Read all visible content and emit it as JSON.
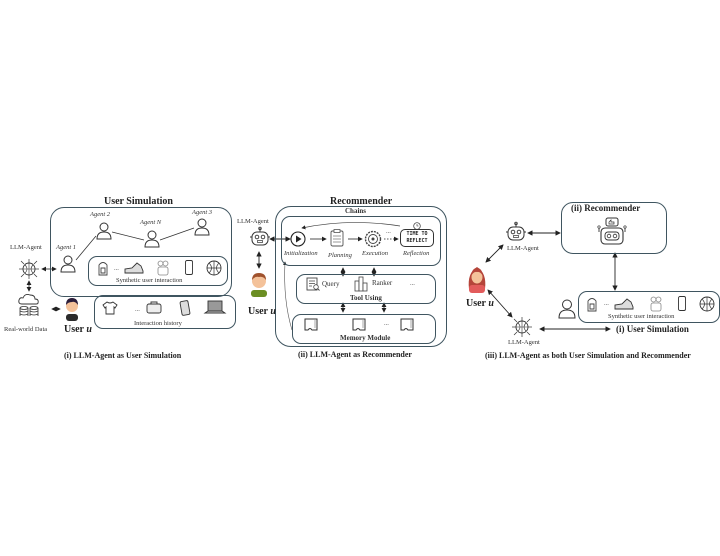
{
  "panel_i": {
    "title": "User Simulation",
    "agents": [
      "Agent 1",
      "Agent 2",
      "Agent N",
      "Agent 3"
    ],
    "llm_agent_label": "LLM-Agent",
    "real_world_label": "Real-world Data",
    "user_label": "User",
    "user_var": "u",
    "synthetic_label": "Synthetic user interaction",
    "history_label": "Interaction history",
    "ellipsis": "...",
    "caption": "(i) LLM-Agent as User Simulation"
  },
  "panel_ii": {
    "title": "Recommender",
    "llm_agent_label": "LLM-Agent",
    "user_label": "User",
    "user_var": "u",
    "chains_label": "Chains",
    "chain_steps": [
      "Initialization",
      "Planning",
      "Execution",
      "Reflection"
    ],
    "reflect_badge": [
      "TIME TO",
      "REFLECT"
    ],
    "tools": [
      "Query",
      "Ranker"
    ],
    "tool_using_label": "Tool Using",
    "memory_label": "Memory Module",
    "ellipsis": "...",
    "caption": "(ii) LLM-Agent as Recommender"
  },
  "panel_iii": {
    "recommender_title": "(ii) Recommender",
    "llm_agent_top_label": "LLM-Agent",
    "llm_agent_bottom_label": "LLM-Agent",
    "user_label": "User",
    "user_var": "u",
    "synthetic_label": "Synthetic user interaction",
    "user_sim_label": "(i) User Simulation",
    "ellipsis": "...",
    "caption": "(iii) LLM-Agent as both User Simulation and Recommender"
  },
  "colors": {
    "box_stroke": "#3f5560",
    "user_male_hair": "#2b1d3a",
    "user_male_shirt": "#2b2b2b",
    "user_child_hair": "#a0522d",
    "user_child_shirt": "#6b8e23",
    "user_female_hair": "#b5453a",
    "user_female_shirt": "#e25b5b"
  }
}
